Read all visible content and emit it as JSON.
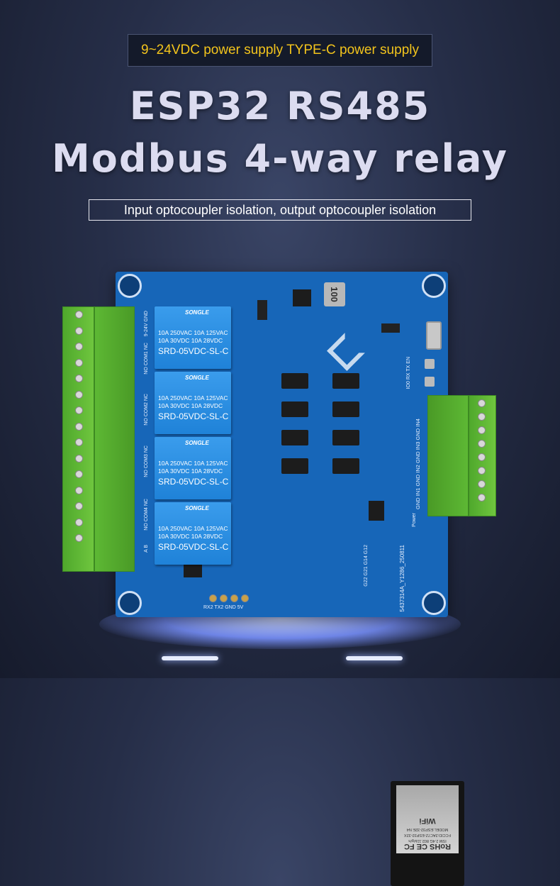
{
  "header": {
    "power_note": "9~24VDC power supply TYPE-C power supply",
    "title_line1": "ESP32 RS485",
    "title_line2": "Modbus 4-way relay",
    "subtitle": "Input optocoupler isolation, output optocoupler isolation"
  },
  "board": {
    "relays": [
      {
        "brand": "SONGLE",
        "spec1": "10A 250VAC  10A 125VAC",
        "spec2": "10A 30VDC  10A 28VDC",
        "model": "SRD-05VDC-SL-C"
      },
      {
        "brand": "SONGLE",
        "spec1": "10A 250VAC  10A 125VAC",
        "spec2": "10A 30VDC  10A 28VDC",
        "model": "SRD-05VDC-SL-C"
      },
      {
        "brand": "SONGLE",
        "spec1": "10A 250VAC  10A 125VAC",
        "spec2": "10A 30VDC  10A 28VDC",
        "model": "SRD-05VDC-SL-C"
      },
      {
        "brand": "SONGLE",
        "spec1": "10A 250VAC  10A 125VAC",
        "spec2": "10A 30VDC  10A 28VDC",
        "model": "SRD-05VDC-SL-C"
      }
    ],
    "left_labels": [
      "9-24V GND",
      "NO COM1 NC",
      "NO COM2 NC",
      "NO COM3 NC",
      "NO COM4 NC",
      "A  B"
    ],
    "right_labels": "GND  IN1  GND  IN2  GND  IN3  GND  IN4",
    "header_pins": "RX2 TX2 GND 5V",
    "gpio_pins": "G22 G21 G14 G12",
    "boot_labels": "IO0 RX TX EN",
    "power_label": "Power",
    "serial": "5437314A_Y1286_250811",
    "inductor": "100",
    "module": {
      "certs": "RoHS CE FC",
      "band": "ISM 2.4G 802.11b/g/n",
      "fccid": "FCCID:2AC7Z-ESP32-32X",
      "model": "MODEL:ESP32-32E N4",
      "wifi": "WiFi"
    }
  },
  "colors": {
    "accent": "#f3c41c",
    "pcb": "#1766b8",
    "relay": "#2a8ee0",
    "terminal": "#5cb832"
  }
}
